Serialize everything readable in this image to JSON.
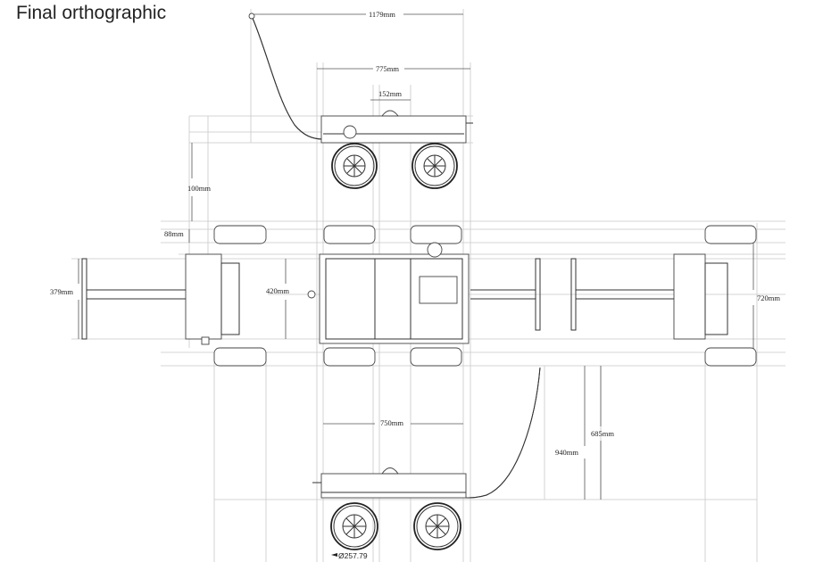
{
  "title": "Final orthographic",
  "dimensions": {
    "overall_length": "1179mm",
    "cart_width_top": "775mm",
    "handle_offset": "152mm",
    "axle_offset": "100mm",
    "wheel_width": "88mm",
    "end_width": "379mm",
    "body_height": "420mm",
    "overall_height": "720mm",
    "cart_width_bottom": "750mm",
    "handle_height": "685mm",
    "handle_total": "940mm",
    "wheel_diameter": "Ø257.79"
  }
}
